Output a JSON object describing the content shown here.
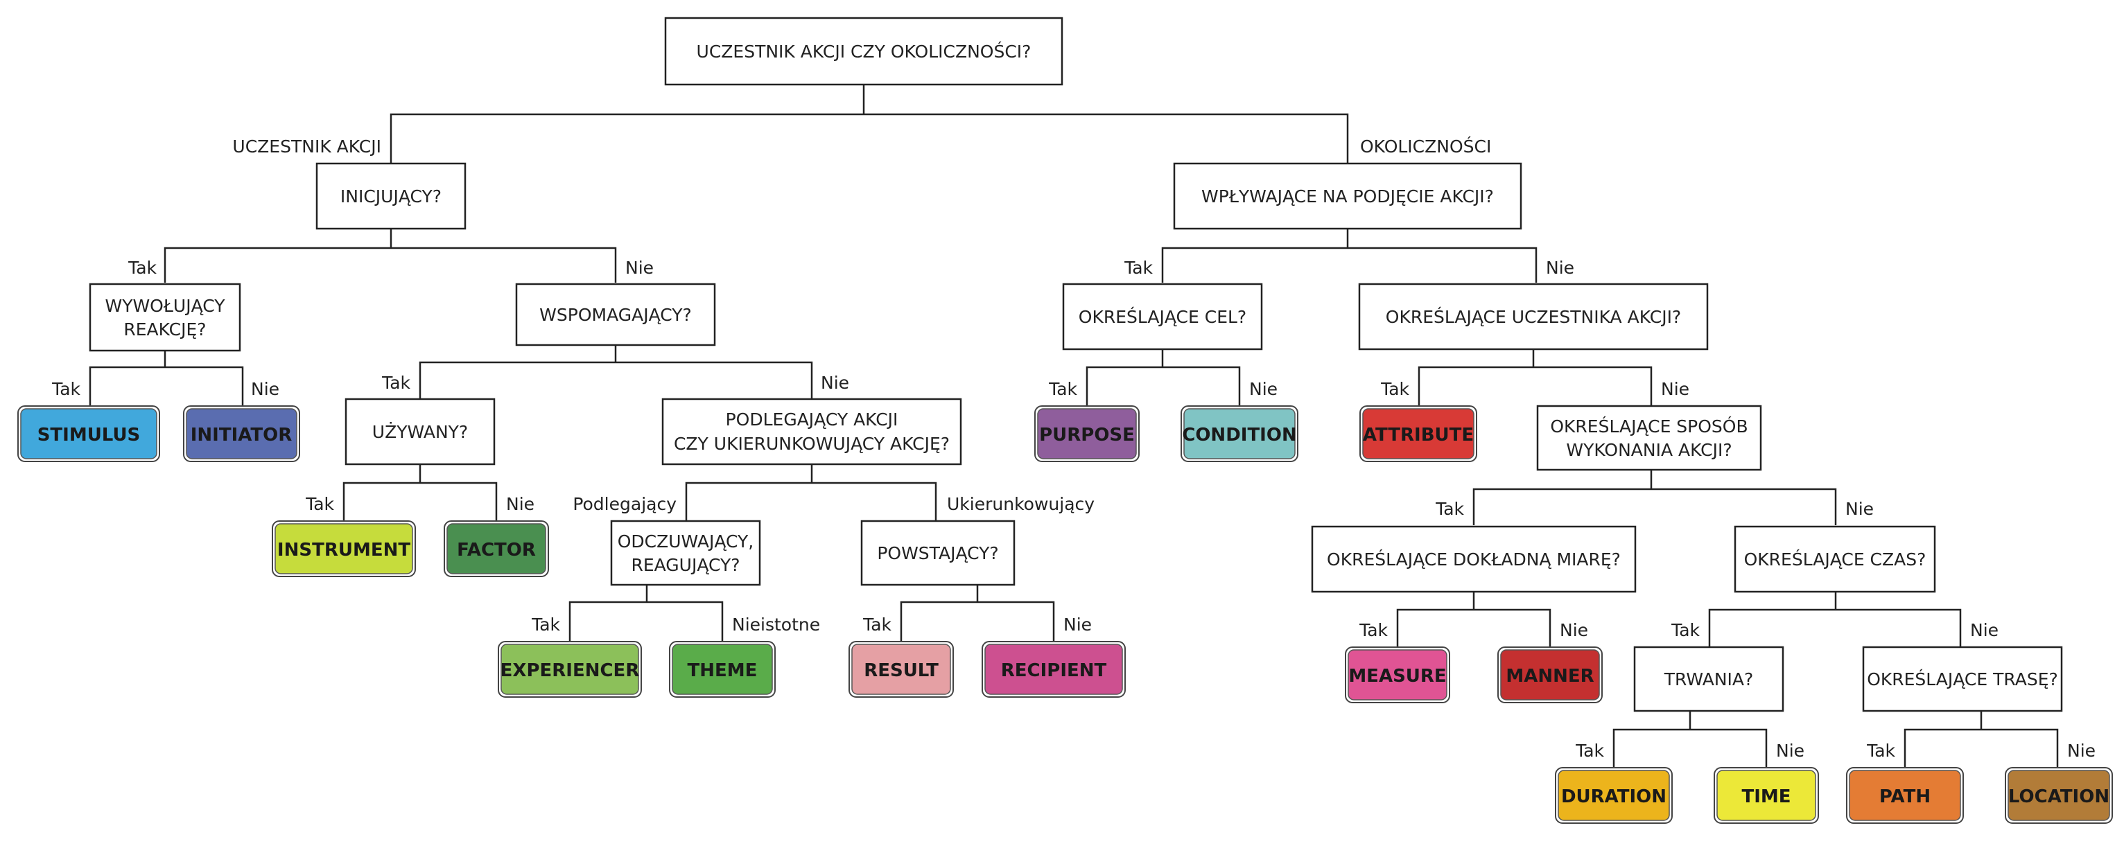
{
  "root": {
    "q": "UCZESTNIK AKCJI CZY OKOLICZNOŚCI?"
  },
  "branch_labels": {
    "participant": "UCZESTNIK AKCJI",
    "circumstances": "OKOLICZNOŚCI",
    "yes": "Tak",
    "no": "Nie",
    "subject": "Podlegający",
    "directing": "Ukierunkowujący",
    "irrelevant": "Nieistotne"
  },
  "questions": {
    "initiating": "INICJUJĄCY?",
    "eliciting": [
      "WYWOŁUJĄCY",
      "REAKCJĘ?"
    ],
    "supporting": "WSPOMAGAJĄCY?",
    "used": "UŻYWANY?",
    "subject_or_directing": [
      "PODLEGAJĄCY AKCJI",
      "CZY UKIERUNKOWUJĄCY AKCJĘ?"
    ],
    "feeling": [
      "ODCZUWAJĄCY,",
      "REAGUJĄCY?"
    ],
    "arising": "POWSTAJĄCY?",
    "influencing": "WPŁYWAJĄCE NA PODJĘCIE AKCJI?",
    "goal": "OKREŚLAJĄCE CEL?",
    "participant_spec": "OKREŚLAJĄCE UCZESTNIKA AKCJI?",
    "manner": [
      "OKREŚLAJĄCE SPOSÓB",
      "WYKONANIA AKCJI?"
    ],
    "measure": "OKREŚLAJĄCE DOKŁADNĄ MIARĘ?",
    "time": "OKREŚLAJĄCE CZAS?",
    "duration": "TRWANIA?",
    "route": "OKREŚLAJĄCE TRASĘ?"
  },
  "roles": {
    "stimulus": {
      "label": "STIMULUS",
      "color": "#41a8dc"
    },
    "initiator": {
      "label": "INITIATOR",
      "color": "#5a6db0"
    },
    "instrument": {
      "label": "INSTRUMENT",
      "color": "#c6dc3c"
    },
    "factor": {
      "label": "FACTOR",
      "color": "#4a8f50"
    },
    "experiencer": {
      "label": "EXPERIENCER",
      "color": "#8cc05a"
    },
    "theme": {
      "label": "THEME",
      "color": "#5aac4a"
    },
    "result": {
      "label": "RESULT",
      "color": "#e5a0a4"
    },
    "recipient": {
      "label": "RECIPIENT",
      "color": "#cd5090"
    },
    "purpose": {
      "label": "PURPOSE",
      "color": "#8f5e9c"
    },
    "condition": {
      "label": "CONDITION",
      "color": "#80c4c4"
    },
    "attribute": {
      "label": "ATTRIBUTE",
      "color": "#d83a36"
    },
    "measure": {
      "label": "MEASURE",
      "color": "#e05494"
    },
    "manner": {
      "label": "MANNER",
      "color": "#c43030"
    },
    "duration": {
      "label": "DURATION",
      "color": "#ecb41c"
    },
    "time": {
      "label": "TIME",
      "color": "#ece838"
    },
    "path": {
      "label": "PATH",
      "color": "#e47c34"
    },
    "location": {
      "label": "LOCATION",
      "color": "#b27c38"
    }
  }
}
